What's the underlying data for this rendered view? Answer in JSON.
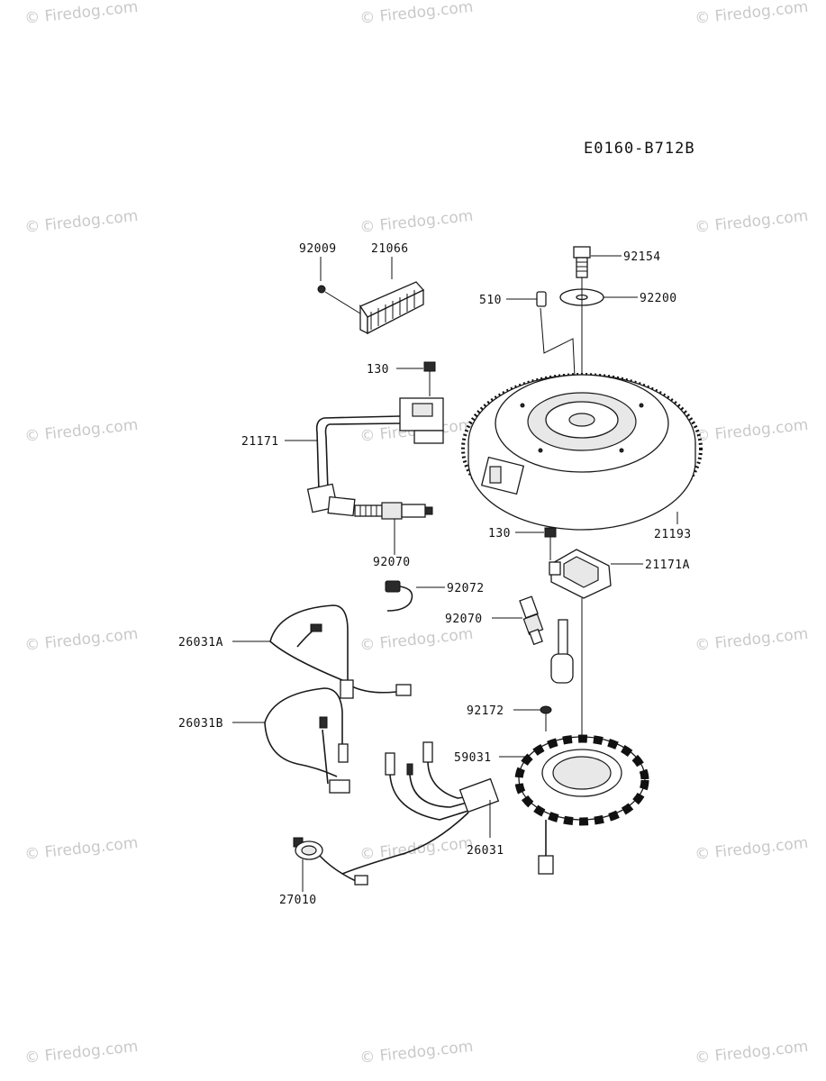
{
  "diagram_code": "E0160-B712B",
  "watermark": {
    "text": "© Firedog.com"
  },
  "parts": {
    "p92009": "92009",
    "p21066": "21066",
    "p130_top": "130",
    "p21171": "21171",
    "p92070_top": "92070",
    "p92072": "92072",
    "p26031A": "26031A",
    "p26031B": "26031B",
    "p27010": "27010",
    "p26031": "26031",
    "p92154": "92154",
    "p510": "510",
    "p92200": "92200",
    "p21193": "21193",
    "p130_mid": "130",
    "p21171A": "21171A",
    "p92070_mid": "92070",
    "p92172": "92172",
    "p59031": "59031"
  }
}
